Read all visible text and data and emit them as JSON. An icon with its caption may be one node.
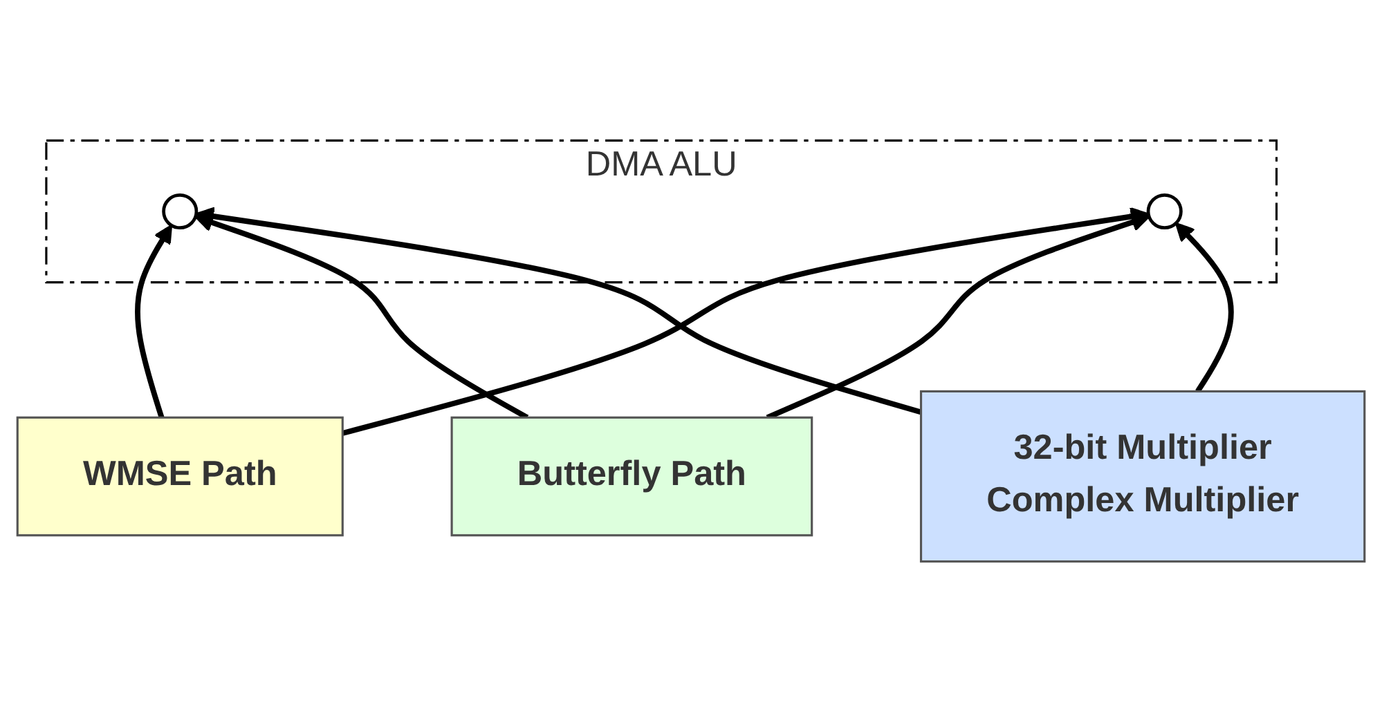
{
  "diagram": {
    "nodes": [
      {
        "text": [
          "DMA ALU"
        ]
      },
      {
        "text": [],
        "shape": "circle",
        "in": 0
      },
      {
        "text": [],
        "shape": "circle",
        "in": 0
      },
      {
        "text": [
          "WMSE Path"
        ]
      },
      {
        "text": [
          "Butterfly Path"
        ]
      },
      {
        "text": [
          "32-bit Multiplier",
          "Complex Multiplier"
        ]
      }
    ],
    "edges": [
      {
        "from": 3,
        "to": 1,
        "arrow": "to"
      },
      {
        "from": 3,
        "to": 2,
        "arrow": "to"
      },
      {
        "from": 4,
        "to": 1,
        "arrow": "to"
      },
      {
        "from": 4,
        "to": 2,
        "arrow": "to"
      },
      {
        "from": 5,
        "to": 2,
        "arrow": "to"
      },
      {
        "from": 5,
        "to": 1,
        "arrow": "to"
      }
    ]
  }
}
